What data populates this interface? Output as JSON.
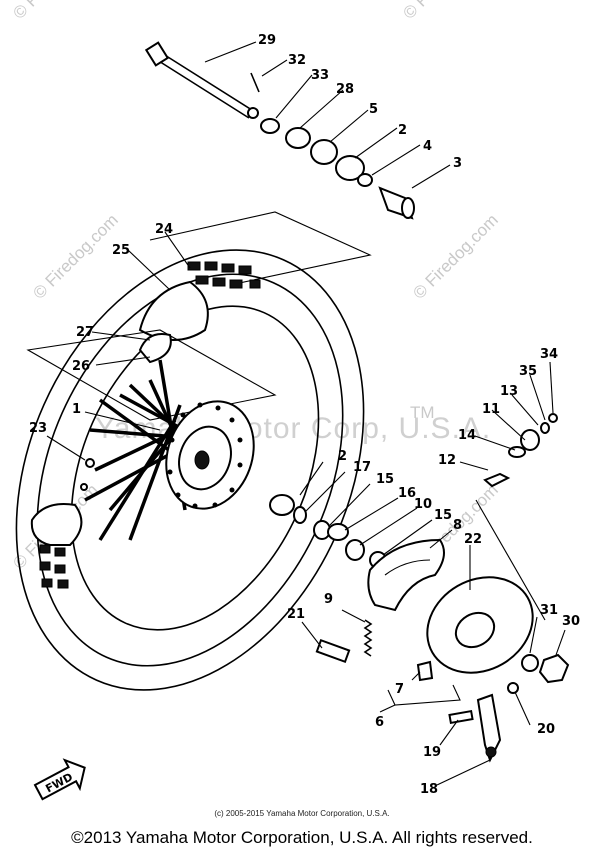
{
  "watermark": {
    "brand": "© Firedog.com",
    "center": "Yamaha Motor Corp, U.S.A.",
    "tm": "TM"
  },
  "direction_label": "FWD",
  "part_numbers": [
    "1",
    "2",
    "3",
    "4",
    "5",
    "6",
    "7",
    "8",
    "9",
    "10",
    "11",
    "12",
    "13",
    "14",
    "15",
    "16",
    "17",
    "18",
    "19",
    "20",
    "21",
    "22",
    "23",
    "24",
    "25",
    "26",
    "27",
    "28",
    "29",
    "30",
    "31",
    "32",
    "33",
    "34",
    "35"
  ],
  "labels": {
    "p29": "29",
    "p32": "32",
    "p33": "33",
    "p28": "28",
    "p5": "5",
    "p2a": "2",
    "p4": "4",
    "p3": "3",
    "p24": "24",
    "p25": "25",
    "p27": "27",
    "p26": "26",
    "p1": "1",
    "p23": "23",
    "p2b": "2",
    "p17": "17",
    "p15a": "15",
    "p16": "16",
    "p10": "10",
    "p15b": "15",
    "p8": "8",
    "p22": "22",
    "p34": "34",
    "p35": "35",
    "p13": "13",
    "p11": "11",
    "p14": "14",
    "p12": "12",
    "p9": "9",
    "p21": "21",
    "p31": "31",
    "p30": "30",
    "p7": "7",
    "p6": "6",
    "p20": "20",
    "p19": "19",
    "p18": "18"
  },
  "footer": {
    "credit": "(c) 2005-2015 Yamaha Motor Corporation, U.S.A.",
    "copyright": "©2013 Yamaha Motor Corporation, U.S.A. All rights reserved."
  }
}
